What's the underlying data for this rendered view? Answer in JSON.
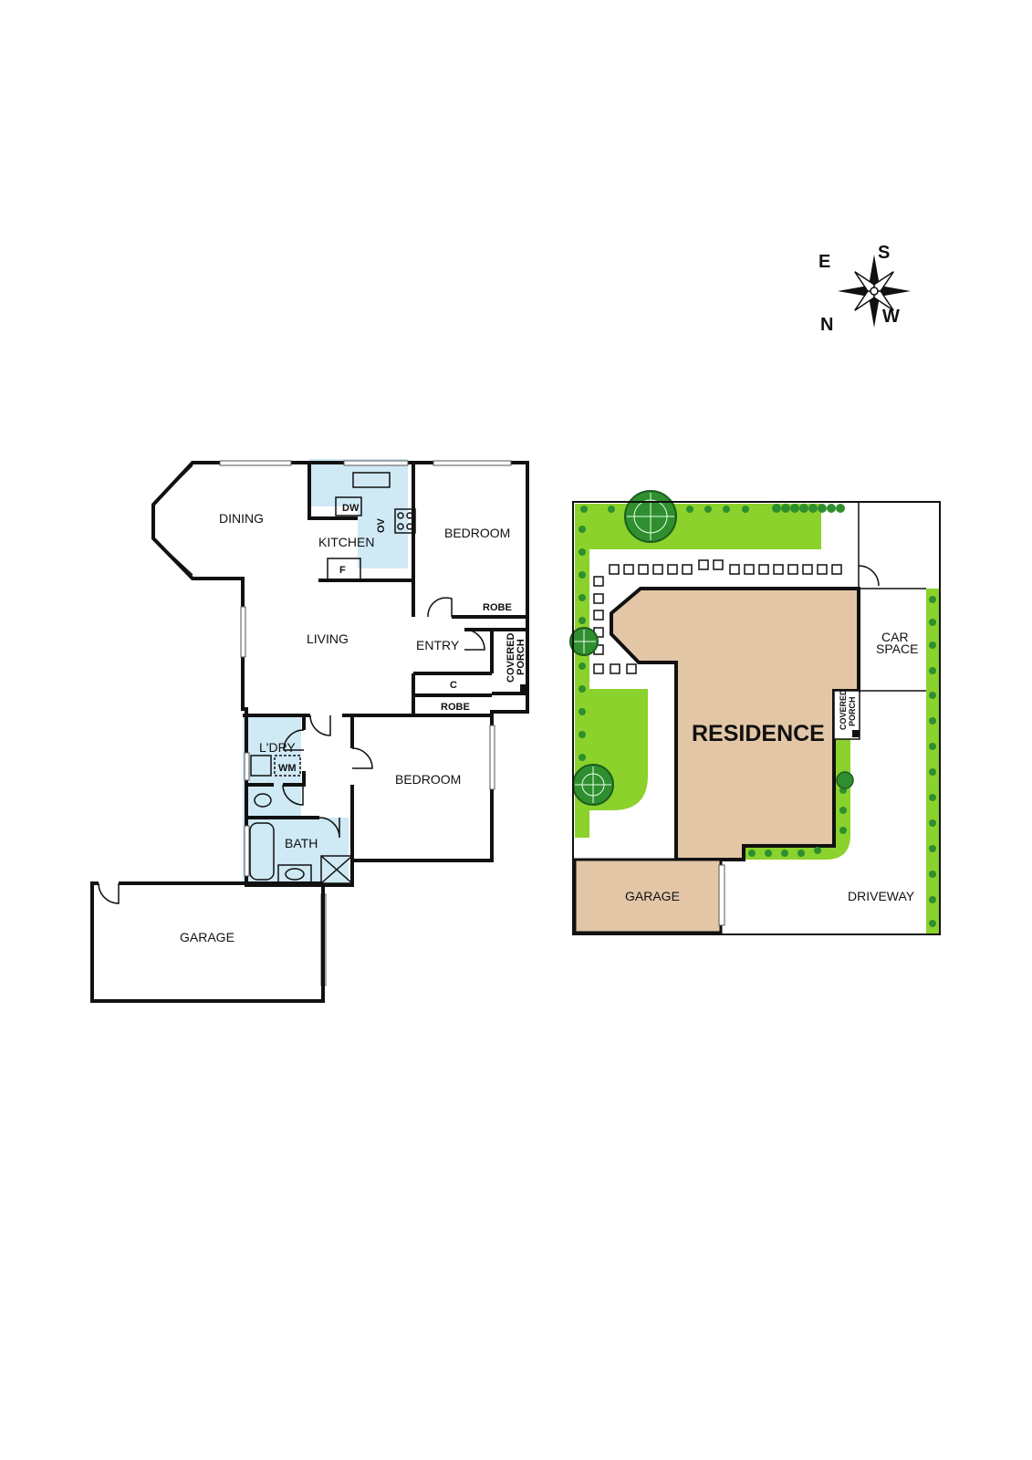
{
  "compass": {
    "e": "E",
    "s": "S",
    "n": "N",
    "w": "W"
  },
  "floor_plan": {
    "dining": "DINING",
    "kitchen": "KITCHEN",
    "dw": "DW",
    "ov": "OV",
    "f": "F",
    "bedroom_1": "BEDROOM",
    "robe_1": "ROBE",
    "living": "LIVING",
    "entry": "ENTRY",
    "covered_porch_1": "COVERED",
    "covered_porch_2": "PORCH",
    "c": "C",
    "robe_2": "ROBE",
    "ldry": "L'DRY",
    "wm": "WM",
    "bedroom_2": "BEDROOM",
    "bath": "BATH",
    "garage": "GARAGE"
  },
  "site_plan": {
    "residence": "RESIDENCE",
    "car_space_1": "CAR",
    "car_space_2": "SPACE",
    "covered_porch_1": "COVERED",
    "covered_porch_2": "PORCH",
    "garage": "GARAGE",
    "driveway": "DRIVEWAY"
  },
  "colors": {
    "wet_area": "#cfe9f5",
    "lawn": "#8bd22c",
    "residence": "#e2c6a6",
    "hedge": "#2f8f2f"
  }
}
